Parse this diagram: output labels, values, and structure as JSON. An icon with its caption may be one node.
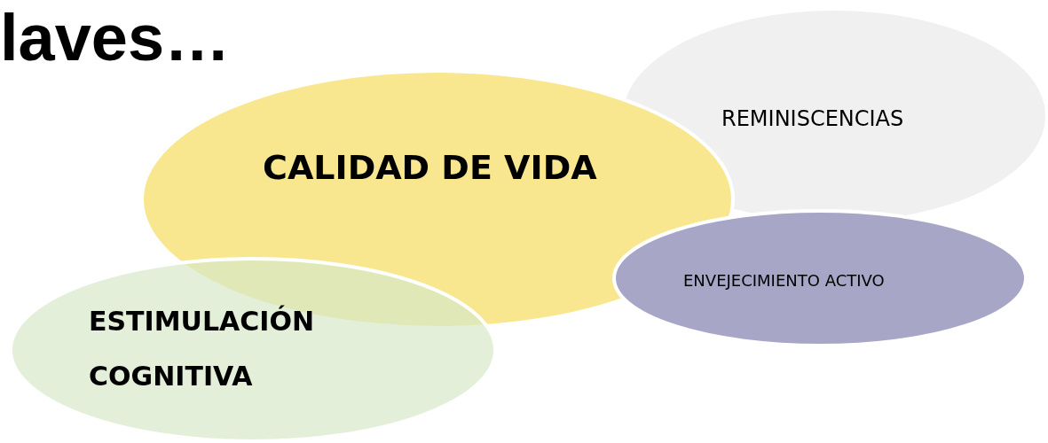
{
  "diagram": {
    "title": "laves…",
    "nodes": [
      {
        "text": [
          "REMINISCENCIAS"
        ]
      },
      {
        "text": [
          "CALIDAD DE VIDA"
        ]
      },
      {
        "text": [
          "ENVEJECIMIENTO ACTIVO"
        ]
      },
      {
        "text": [
          "ESTIMULACIÓN COGNITIVA"
        ]
      }
    ]
  }
}
